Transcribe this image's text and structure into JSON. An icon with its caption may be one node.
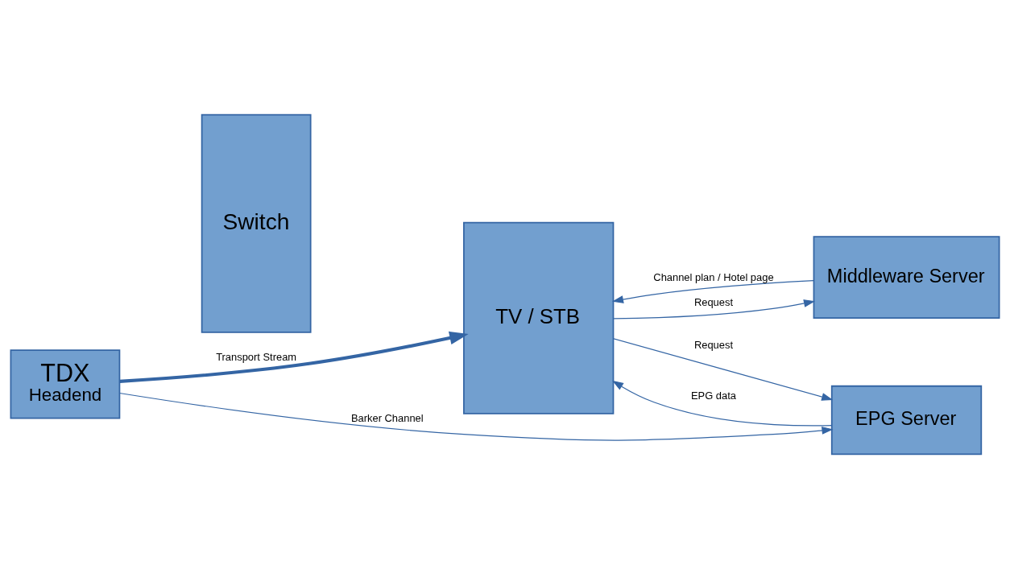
{
  "diagram": {
    "nodes": [
      {
        "text": [
          "TDX",
          "Headend"
        ]
      },
      {
        "text": [
          "Switch"
        ]
      },
      {
        "text": [
          "TV / STB"
        ]
      },
      {
        "text": [
          "EPG Server"
        ]
      },
      {
        "text": [
          "Middleware Server"
        ]
      }
    ],
    "edges": [
      {
        "from": 0,
        "to": 2,
        "arrow": "to",
        "label": "Transport Stream",
        "style": "thick"
      },
      {
        "from": 0,
        "to": 3,
        "arrow": "to",
        "label": "Barker Channel"
      },
      {
        "from": 2,
        "to": 3,
        "arrow": "to",
        "label": "Request"
      },
      {
        "from": 3,
        "to": 2,
        "arrow": "to",
        "label": "EPG data"
      },
      {
        "from": 2,
        "to": 4,
        "arrow": "to",
        "label": "Request"
      },
      {
        "from": 4,
        "to": 2,
        "arrow": "to",
        "label": "Channel plan / Hotel page"
      }
    ]
  }
}
